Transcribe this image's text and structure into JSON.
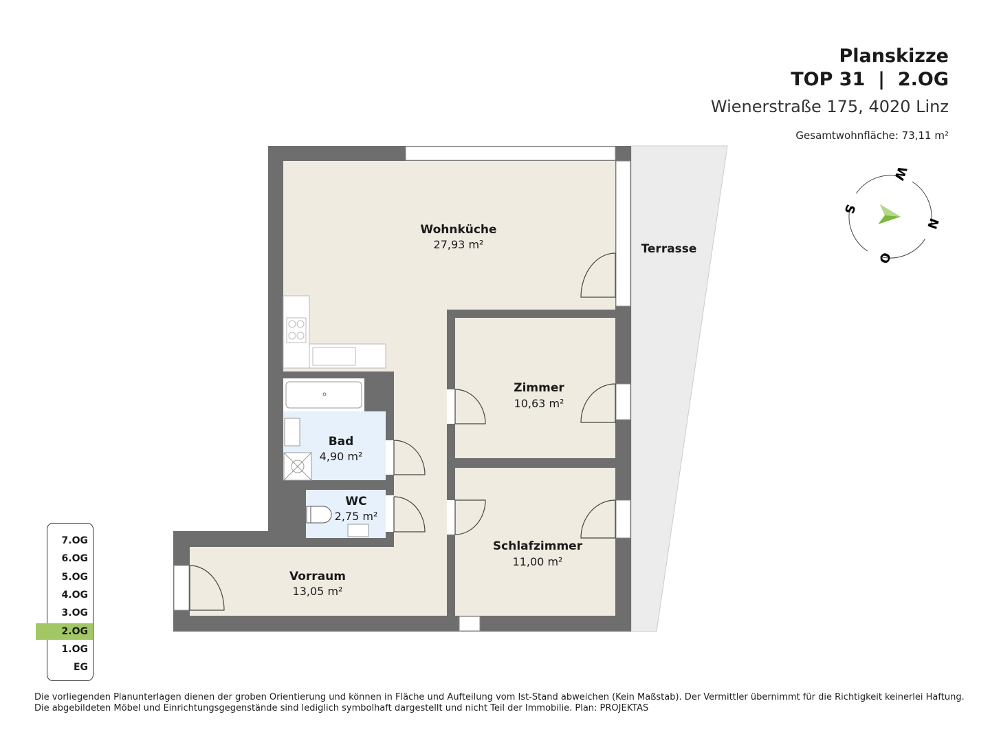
{
  "header": {
    "title": "Planskizze",
    "unit": "TOP 31  |  2.OG",
    "address": "Wienerstraße 175, 4020 Linz",
    "total_area": "Gesamtwohnfläche: 73,11 m²"
  },
  "compass": {
    "labels": [
      "W",
      "N",
      "O",
      "S"
    ],
    "arrow_color": "#7db83a"
  },
  "rooms": [
    {
      "name": "Wohnküche",
      "area": "27,93 m²"
    },
    {
      "name": "Zimmer",
      "area": "10,63 m²"
    },
    {
      "name": "Bad",
      "area": "4,90 m²"
    },
    {
      "name": "WC",
      "area": "2,75 m²"
    },
    {
      "name": "Schlafzimmer",
      "area": "11,00 m²"
    },
    {
      "name": "Vorraum",
      "area": "13,05 m²"
    },
    {
      "name": "Terrasse"
    }
  ],
  "floors": {
    "items": [
      "7.OG",
      "6.OG",
      "5.OG",
      "4.OG",
      "3.OG",
      "2.OG",
      "1.OG",
      "EG"
    ],
    "active": "2.OG",
    "highlight_color": "#a2c866"
  },
  "colors": {
    "wall": "#6e6e6e",
    "floor": "#efebe1",
    "wet": "#e6f1fb",
    "terrace": "#ececec"
  },
  "disclaimer": "Die vorliegenden Planunterlagen dienen der groben Orientierung und können in Fläche und Aufteilung vom Ist-Stand abweichen (Kein Maßstab). Der Vermittler übernimmt für die Richtigkeit keinerlei Haftung. Die abgebildeten Möbel und Einrichtungsgegenstände sind lediglich symbolhaft dargestellt und nicht Teil der Immobilie. Plan: PROJEKTAS"
}
